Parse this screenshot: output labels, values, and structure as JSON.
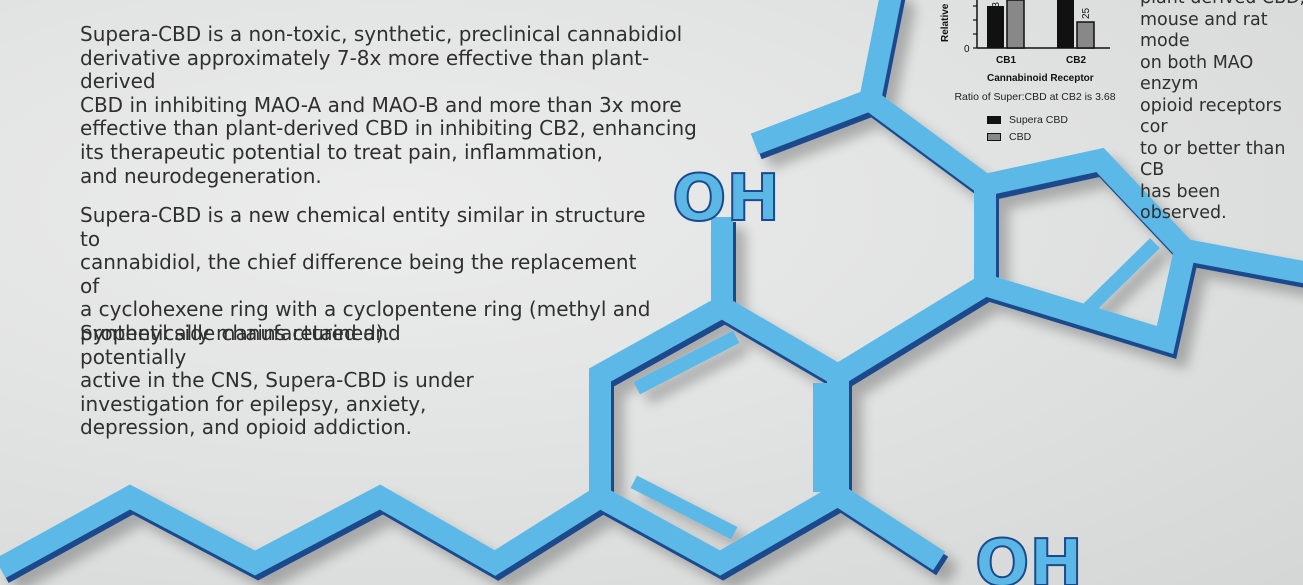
{
  "paragraphs": {
    "p1": "Supera-CBD is a non-toxic, synthetic, preclinical cannabidiol\nderivative approximately 7-8x more effective than plant-derived\nCBD in inhibiting MAO-A and MAO-B and more than 3x more\neffective than plant-derived CBD in inhibiting CB2, enhancing\nits therapeutic potential to treat pain, inflammation,\nand neurodegeneration.",
    "p2": "Supera-CBD is a new chemical entity similar in structure to\ncannabidiol, the chief difference being the replacement of\na cyclohexene ring with a cyclopentene ring (methyl and\npropenyl side chains retained).",
    "p3": "Synthetically manufactured and potentially\nactive in the CNS, Supera-CBD is under\ninvestigation for epilepsy, anxiety,\ndepression, and opioid addiction.",
    "p4": "plant derived CBD, \nmouse and rat mode\non both MAO enzym\nopioid receptors cor\nto or better than CB\nhas been observed."
  },
  "molecule_labels": {
    "oh_top": "OH",
    "oh_bottom": "OH"
  },
  "colors": {
    "molecule": "#5bb8e6",
    "molecule_shadow": "#1b4a8c",
    "text": "#2f2f2f"
  },
  "chart_data": {
    "type": "bar",
    "categories": [
      "CB1",
      "CB2"
    ],
    "xlabel": "Cannabinoid Receptor",
    "ylabel": "Relative",
    "series": [
      {
        "name": "Supera CBD",
        "values": [
          null,
          null
        ],
        "color": "#111111"
      },
      {
        "name": "CBD",
        "values": [
          null,
          25
        ],
        "color": "#888888"
      }
    ],
    "data_labels": {
      "CB1_supera": "3",
      "CB2_cbd": "25"
    },
    "ytick_labels": [
      "0"
    ],
    "note": "Ratio of Super:CBD at CB2 is 3.68",
    "legend_position": "bottom"
  }
}
